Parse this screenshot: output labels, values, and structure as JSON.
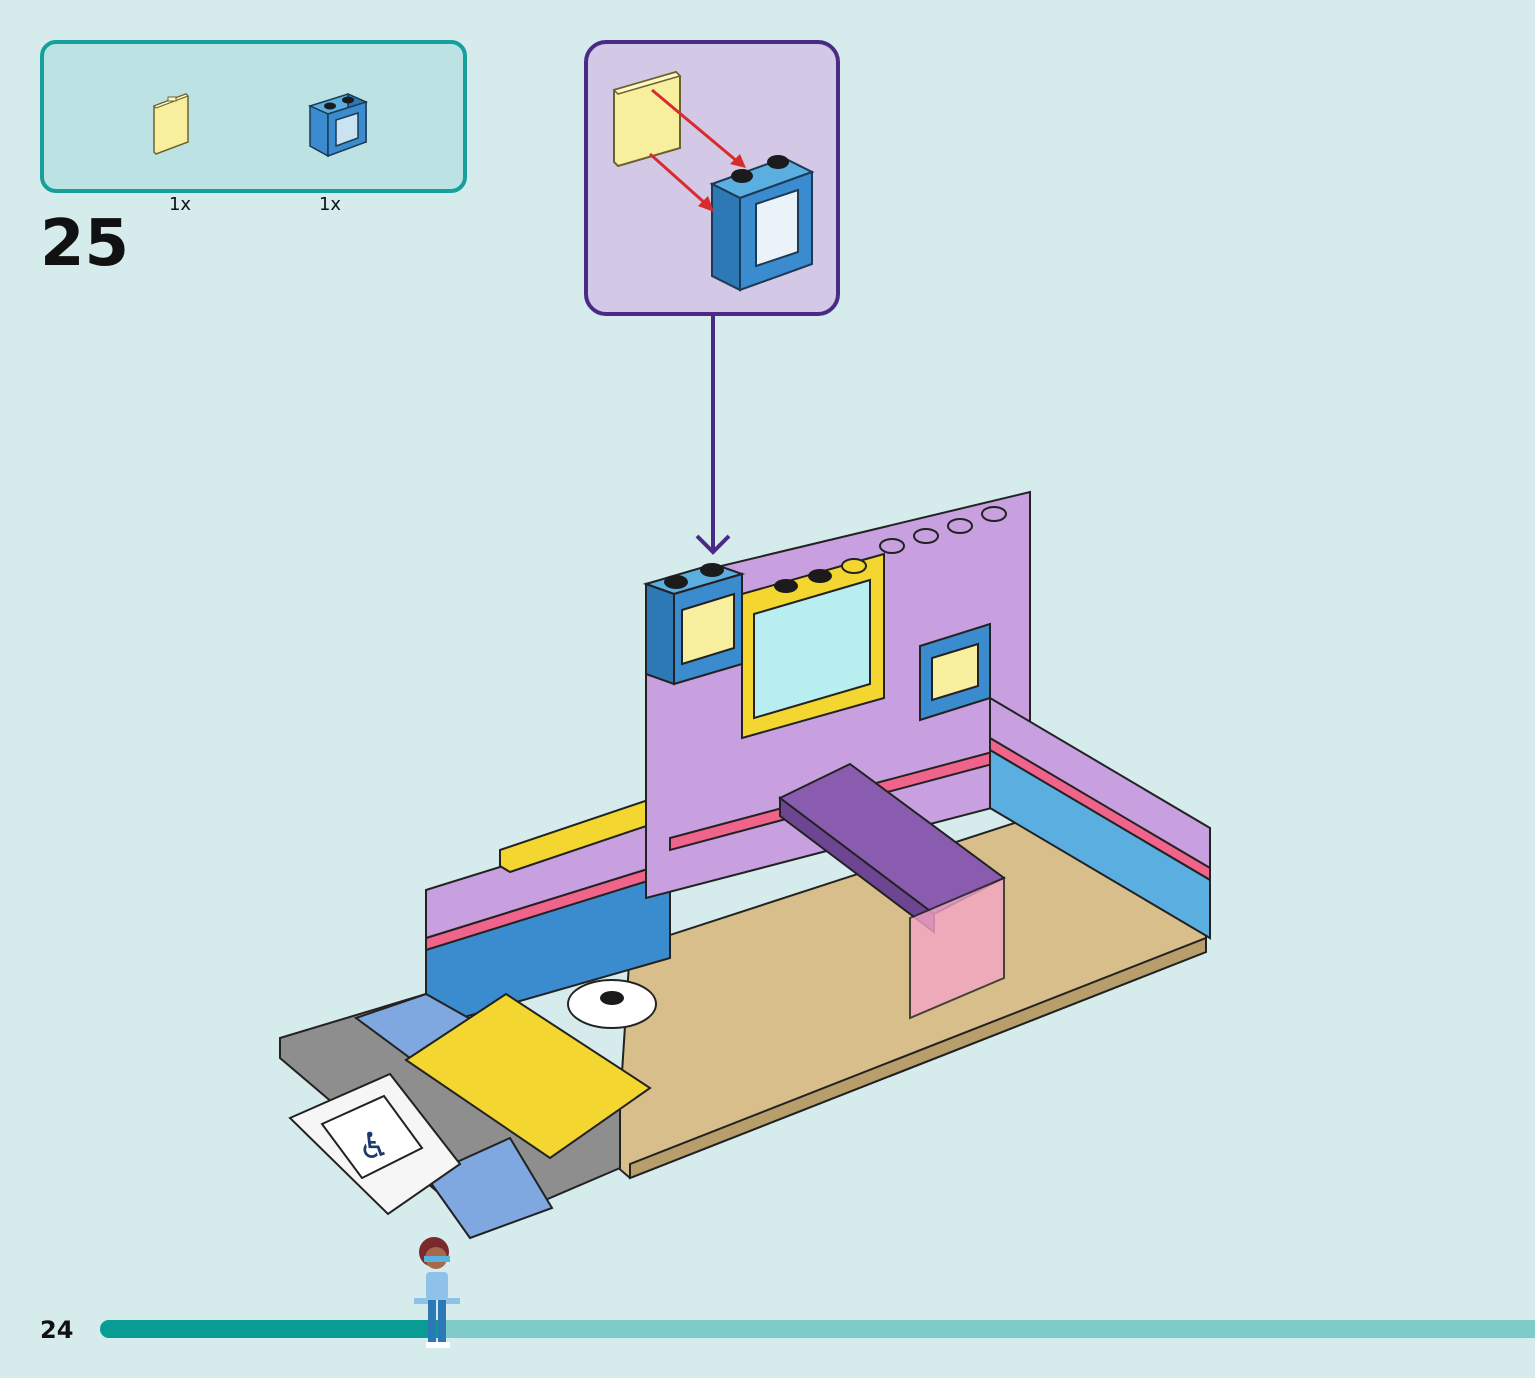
{
  "parts_list": {
    "items": [
      {
        "name": "yellow-window-pane",
        "quantity": "1x",
        "color": "#f7ef9e"
      },
      {
        "name": "blue-window-frame",
        "quantity": "1x",
        "color": "#3a8ccf"
      }
    ],
    "border_color": "#16a09b"
  },
  "step": {
    "number": "25"
  },
  "callout": {
    "border_color": "#4a2a86",
    "arrow_color": "#d92b2b"
  },
  "footer": {
    "page_number": "24",
    "progress": 0.24,
    "progress_color": "#089c95",
    "track_color": "#7ecbc8"
  }
}
